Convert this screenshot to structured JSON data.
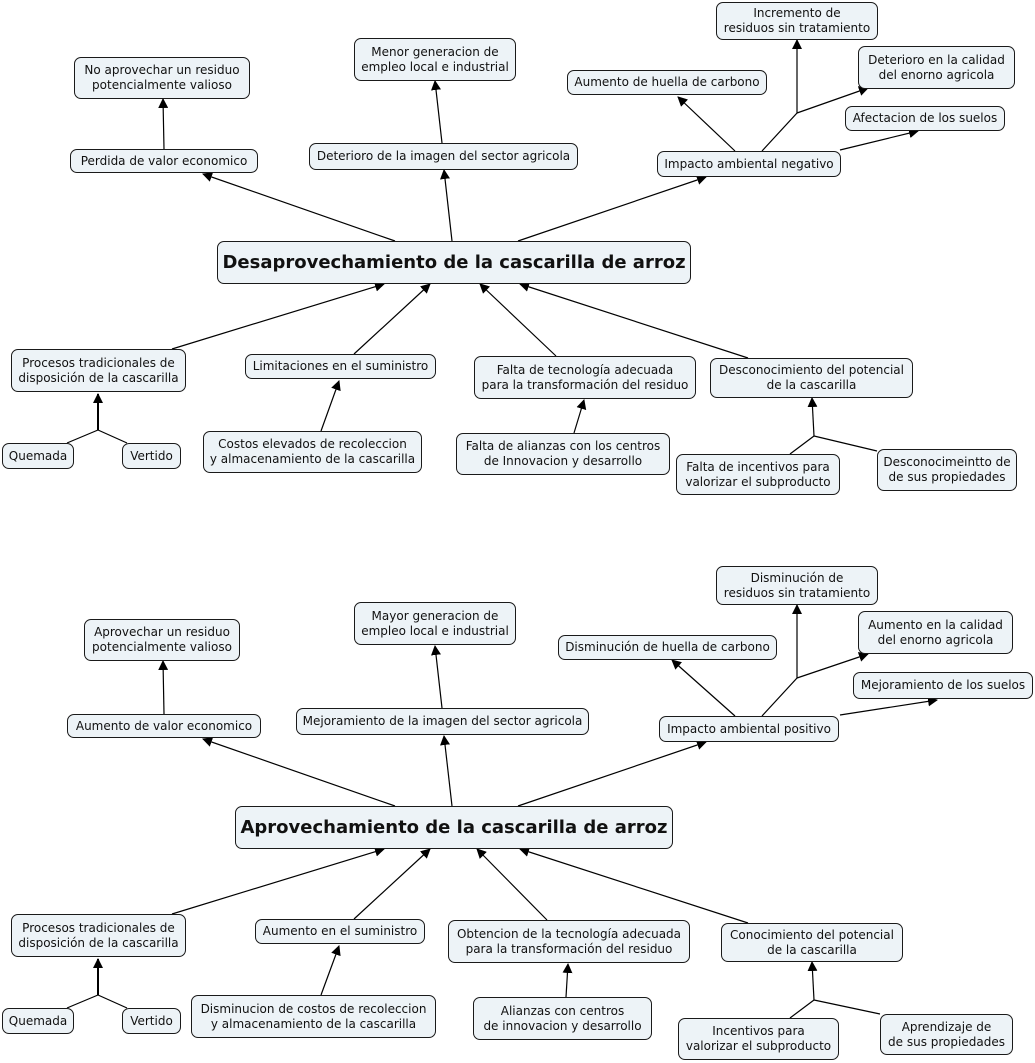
{
  "colors": {
    "node_fill": "#edf3f7",
    "border": "#1a1a1a",
    "edge": "#000000"
  },
  "problem_tree": {
    "root": "Desaprovechamiento de la cascarilla de arroz",
    "effects": {
      "perdida": "Perdida de valor economico",
      "no_aprovechar": "No aprovechar un residuo\npotencialmente valioso",
      "deterioro_imagen": "Deterioro de la imagen del sector agricola",
      "menor_empleo": "Menor generacion de\nempleo local e industrial",
      "impacto": "Impacto ambiental negativo",
      "huella": "Aumento de huella de carbono",
      "incremento": "Incremento de\nresiduos sin tratamiento",
      "deterioro_calidad": "Deterioro en la calidad\ndel enorno agricola",
      "afectacion": "Afectacion de los suelos"
    },
    "causes": {
      "procesos": "Procesos tradicionales de\ndisposición de la cascarilla",
      "quemada": "Quemada",
      "vertido": "Vertido",
      "limitaciones": "Limitaciones en el suministro",
      "costos": "Costos elevados de recoleccion\ny almacenamiento de la cascarilla",
      "falta_tecnologia": "Falta de tecnología adecuada\npara la transformación del residuo",
      "falta_alianzas": "Falta de alianzas con los centros\nde Innovacion y desarrollo",
      "desconocimiento": "Desconocimiento del potencial\nde la cascarilla",
      "falta_incentivos": "Falta de incentivos para\nvalorizar el subproducto",
      "desconocimientto": "Desconocimeintto de\nde sus propiedades"
    }
  },
  "objective_tree": {
    "root": "Aprovechamiento de la cascarilla de arroz",
    "effects": {
      "aumento_valor": "Aumento de valor economico",
      "aprovechar": "Aprovechar un residuo\npotencialmente valioso",
      "mejoramiento_imagen": "Mejoramiento de la imagen del sector agricola",
      "mayor_empleo": "Mayor generacion de\nempleo local e industrial",
      "impacto": "Impacto ambiental positivo",
      "huella": "Disminución de huella de carbono",
      "disminucion": "Disminución de\nresiduos sin tratamiento",
      "aumento_calidad": "Aumento en la calidad\ndel enorno agricola",
      "mejoramiento_suelos": "Mejoramiento de los suelos"
    },
    "causes": {
      "procesos": "Procesos tradicionales de\ndisposición de la cascarilla",
      "quemada": "Quemada",
      "vertido": "Vertido",
      "aumento_suministro": "Aumento en el suministro",
      "disminucion_costos": "Disminucion de costos de recoleccion\ny almacenamiento de la cascarilla",
      "obtencion": "Obtencion de la tecnología adecuada\npara la transformación del residuo",
      "alianzas": "Alianzas con centros\nde innovacion y desarrollo",
      "conocimiento": "Conocimiento del potencial\nde la cascarilla",
      "incentivos": "Incentivos para\nvalorizar el subproducto",
      "aprendizaje": "Aprendizaje de\nde sus propiedades"
    }
  }
}
